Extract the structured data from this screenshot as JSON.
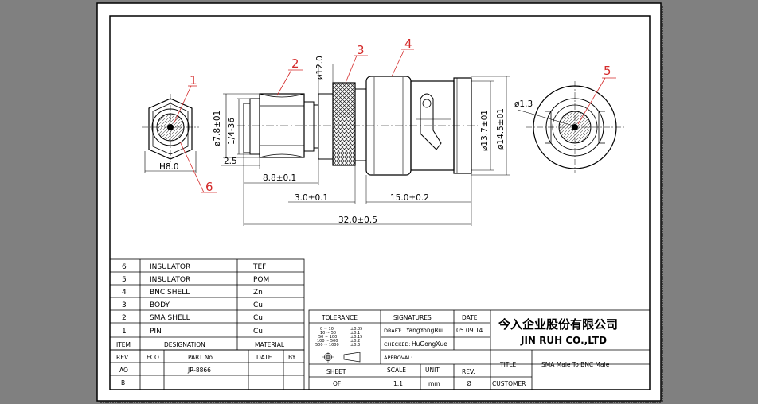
{
  "callouts": [
    "1",
    "2",
    "3",
    "4",
    "5",
    "6"
  ],
  "dimensions": {
    "hex": "H8.0",
    "d_12": "ø12.0",
    "d_7_8": "ø7.8±01",
    "thread": "1/4-36",
    "d_13_7": "ø13.7±01",
    "d_14_5": "ø14.5±01",
    "d_1_3": "ø1.3",
    "l_2_5": "2.5",
    "l_8_8": "8.8±0.1",
    "l_3_0": "3.0±0.1",
    "l_15_0": "15.0±0.2",
    "l_32_0": "32.0±0.5"
  },
  "bom": {
    "headers": [
      "ITEM",
      "DESIGNATION",
      "MATERIAL"
    ],
    "rows": [
      {
        "item": "6",
        "designation": "INSULATOR",
        "material": "TEF"
      },
      {
        "item": "5",
        "designation": "INSULATOR",
        "material": "POM"
      },
      {
        "item": "4",
        "designation": "BNC SHELL",
        "material": "Zn"
      },
      {
        "item": "3",
        "designation": "BODY",
        "material": "Cu"
      },
      {
        "item": "2",
        "designation": "SMA SHELL",
        "material": "Cu"
      },
      {
        "item": "1",
        "designation": "PIN",
        "material": "Cu"
      }
    ]
  },
  "revision": {
    "headers": [
      "REV.",
      "ECO",
      "PART No.",
      "DATE",
      "BY"
    ],
    "rows": [
      {
        "rev": "AO",
        "part_no": "JR-8866"
      },
      {
        "rev": "B",
        "part_no": ""
      }
    ]
  },
  "title_block": {
    "tolerance_label": "TOLERANCE",
    "tolerance_table": [
      {
        "range": "0 ~ 10",
        "tol": "±0.05"
      },
      {
        "range": "10 ~ 50",
        "tol": "±0.1"
      },
      {
        "range": "50 ~ 100",
        "tol": "±0.15"
      },
      {
        "range": "100 ~ 500",
        "tol": "±0.2"
      },
      {
        "range": "500 ~ 1000",
        "tol": "±0.3"
      }
    ],
    "signatures_label": "SIGNATURES",
    "date_label": "DATE",
    "draft_label": "DRAFT:",
    "draft_name": "YangYongRui",
    "draft_date": "05.09.14",
    "checked_label": "CHECKED:",
    "checked_name": "HuGongXue",
    "approval_label": "APPROVAL:",
    "company_cn": "今入企业股份有限公司",
    "company_en": "JIN RUH CO.,LTD",
    "title_label": "TITLE",
    "title_value": "SMA Male To BNC Male",
    "sheet_label": "SHEET",
    "sheet_value": "OF",
    "scale_label": "SCALE",
    "scale_value": "1:1",
    "unit_label": "UNIT",
    "unit_value": "mm",
    "rev_label": "REV.",
    "rev_value": "Ø",
    "customer_label": "CUSTOMER"
  },
  "colors": {
    "paper": "#ffffff",
    "line": "#000000",
    "callout": "#d42a2a",
    "hatch": "#555555",
    "background": "#808080"
  }
}
